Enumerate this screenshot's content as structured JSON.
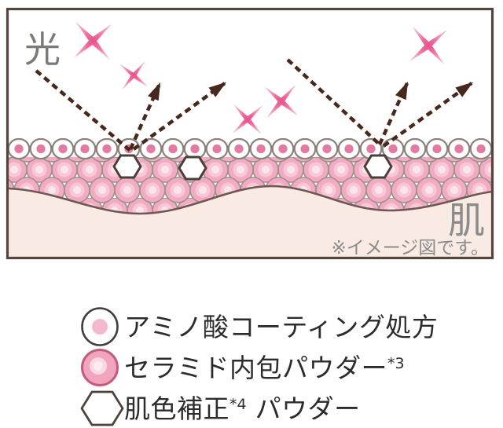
{
  "diagram": {
    "light_label": "光",
    "skin_label": "肌",
    "note": "※イメージ図です。"
  },
  "legend": {
    "items": [
      {
        "icon": "amino-acid-coating-circle",
        "label_pre": "アミノ酸コーティング処方",
        "sup": "",
        "label_post": ""
      },
      {
        "icon": "ceramide-powder-circle",
        "label_pre": "セラミド内包パウダー",
        "sup": "*3",
        "label_post": ""
      },
      {
        "icon": "skin-tone-correct-hexagon",
        "label_pre": "肌色補正",
        "sup": "*4",
        "label_post": " パウダー"
      }
    ]
  },
  "colors": {
    "box_border": "#52463e",
    "arrow_brown": "#46281c",
    "sparkle_pink": "#ee6d9e",
    "powder_pink": "#f3aac3",
    "powder_pink_light": "#f9d3de",
    "amino_dot_pink": "#e27ba0",
    "skin_fill": "#f9ebe3",
    "skin_line": "#6e5952",
    "gray_label": "#8b8b8b",
    "legend_text": "#2c2c2c"
  }
}
